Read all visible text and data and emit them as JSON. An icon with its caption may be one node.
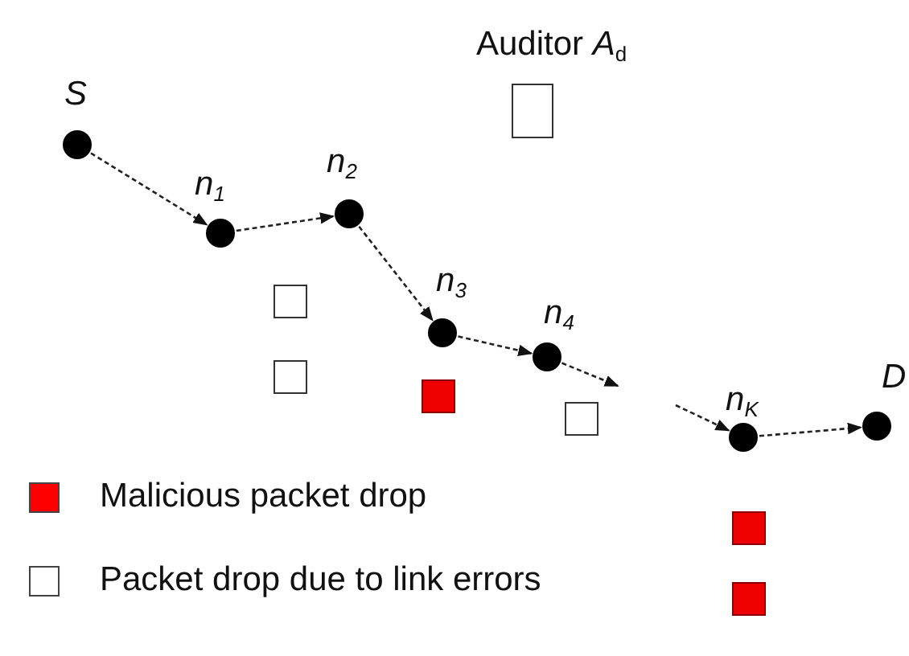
{
  "diagram": {
    "nodes": [
      {
        "text": [
          "S"
        ]
      },
      {
        "text": [
          "n$_{1}$"
        ]
      },
      {
        "text": [
          "n$_{2}$"
        ]
      },
      {
        "text": [
          "n$_{3}$"
        ]
      },
      {
        "text": [
          "n$_{4}$"
        ]
      },
      {
        "text": [
          "n$_{K}$"
        ]
      },
      {
        "text": [
          "D"
        ]
      },
      {
        "text": [
          "Auditor *A*$_{d}$"
        ]
      }
    ],
    "edges": [
      {
        "from": 0,
        "to": 1,
        "arrow": "to"
      },
      {
        "from": 1,
        "to": 2,
        "arrow": "to"
      },
      {
        "from": 2,
        "to": 3,
        "arrow": "to"
      },
      {
        "from": 3,
        "to": 4,
        "arrow": "to"
      },
      {
        "from": 4,
        "to": null,
        "arrow": "to"
      },
      {
        "from": null,
        "to": 5,
        "arrow": "to"
      },
      {
        "from": 5,
        "to": 6,
        "arrow": "to"
      }
    ],
    "legend": [
      {
        "text": "Malicious packet drop",
        "color": "#ff0000"
      },
      {
        "text": "Packet drop due to link errors",
        "color": "#ffffff"
      }
    ]
  }
}
